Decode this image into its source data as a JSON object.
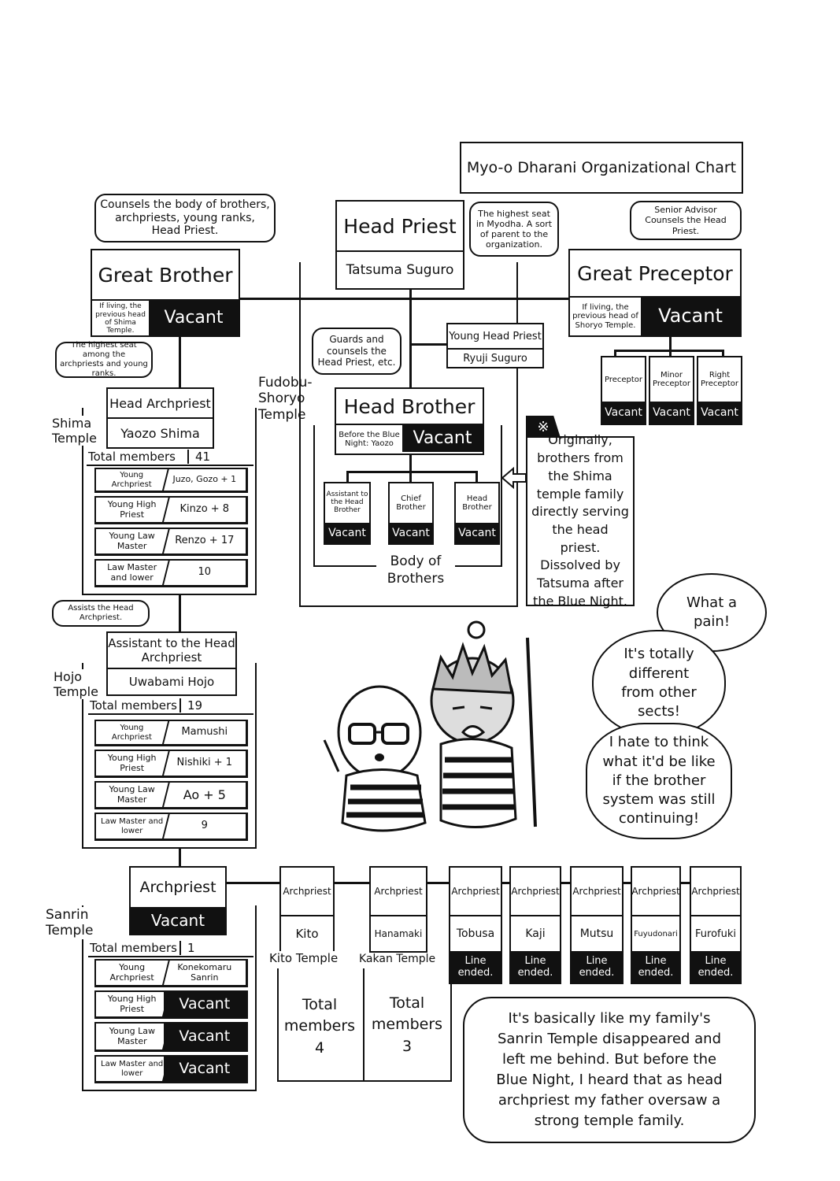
{
  "title": "Myo-o Dharani Organizational Chart",
  "head_priest": {
    "title": "Head Priest",
    "name": "Tatsuma Suguro",
    "note": "The highest seat in Myodha. A sort of parent to the organization."
  },
  "great_brother": {
    "note": "Counsels the body of brothers, archpriests, young ranks, Head Priest.",
    "title": "Great Brother",
    "small": "If living, the previous head of Shima Temple.",
    "status": "Vacant"
  },
  "great_preceptor": {
    "note": "Senior Advisor Counsels the Head Priest.",
    "title": "Great Preceptor",
    "small": "If living, the previous head of Shoryo Temple.",
    "status": "Vacant",
    "subs": [
      {
        "title": "Preceptor",
        "status": "Vacant"
      },
      {
        "title": "Minor Preceptor",
        "status": "Vacant"
      },
      {
        "title": "Right Preceptor",
        "status": "Vacant"
      }
    ]
  },
  "young_head_priest": {
    "title": "Young Head Priest",
    "name": "Ryuji Suguro"
  },
  "fudobu": {
    "label": "Fudobu-Shoryo Temple"
  },
  "head_brother": {
    "note": "Guards and counsels the Head Priest, etc.",
    "title": "Head Brother",
    "small": "Before the Blue Night: Yaozo",
    "status": "Vacant",
    "subs": [
      {
        "title": "Assistant to the Head Brother",
        "status": "Vacant"
      },
      {
        "title": "Chief Brother",
        "status": "Vacant"
      },
      {
        "title": "Head Brother",
        "status": "Vacant"
      }
    ],
    "group_label": "Body of Brothers"
  },
  "brothers_note": {
    "mark": "※",
    "text": "Originally, brothers from the Shima temple family directly serving the head priest. Dissolved by Tatsuma after the Blue Night."
  },
  "shima": {
    "note": "The highest seat among the archpriests and young ranks.",
    "title": "Head Archpriest",
    "name": "Yaozo Shima",
    "temple": "Shima Temple",
    "total_label": "Total members",
    "total": "41",
    "rows": [
      {
        "rank": "Young Archpriest",
        "value": "Juzo, Gozo + 1"
      },
      {
        "rank": "Young High Priest",
        "value": "Kinzo + 8"
      },
      {
        "rank": "Young Law Master",
        "value": "Renzo + 17"
      },
      {
        "rank": "Law Master and lower",
        "value": "10"
      }
    ]
  },
  "hojo": {
    "note": "Assists the Head Archpriest.",
    "title": "Assistant to the Head Archpriest",
    "name": "Uwabami Hojo",
    "temple": "Hojo Temple",
    "total_label": "Total members",
    "total": "19",
    "rows": [
      {
        "rank": "Young Archpriest",
        "value": "Mamushi"
      },
      {
        "rank": "Young High Priest",
        "value": "Nishiki + 1"
      },
      {
        "rank": "Young Law Master",
        "value": "Ao + 5"
      },
      {
        "rank": "Law Master and lower",
        "value": "9"
      }
    ]
  },
  "sanrin": {
    "title": "Archpriest",
    "status": "Vacant",
    "temple": "Sanrin Temple",
    "total_label": "Total members",
    "total": "1",
    "rows": [
      {
        "rank": "Young Archpriest",
        "value": "Konekomaru Sanrin"
      },
      {
        "rank": "Young High Priest",
        "value": "Vacant"
      },
      {
        "rank": "Young Law Master",
        "value": "Vacant"
      },
      {
        "rank": "Law Master and lower",
        "value": "Vacant"
      }
    ]
  },
  "kito": {
    "title": "Archpriest",
    "name": "Kito",
    "temple": "Kito Temple",
    "total": "Total members 4"
  },
  "kakan": {
    "title": "Archpriest",
    "name": "Hanamaki",
    "temple": "Kakan Temple",
    "total": "Total members 3"
  },
  "ended": [
    {
      "title": "Archpriest",
      "name": "Tobusa",
      "status": "Line ended."
    },
    {
      "title": "Archpriest",
      "name": "Kaji",
      "status": "Line ended."
    },
    {
      "title": "Archpriest",
      "name": "Mutsu",
      "status": "Line ended."
    },
    {
      "title": "Archpriest",
      "name": "Fuyudonari",
      "status": "Line ended."
    },
    {
      "title": "Archpriest",
      "name": "Furofuki",
      "status": "Line ended."
    }
  ],
  "speech": {
    "pain": "What a pain!",
    "different": "It's totally different from other sects!",
    "hate": "I hate to think what it'd be like if the brother system was still continuing!",
    "family": "It's basically like my family's Sanrin Temple disappeared and left me behind. But before the Blue Night, I heard that as head archpriest my father oversaw a strong temple family."
  }
}
